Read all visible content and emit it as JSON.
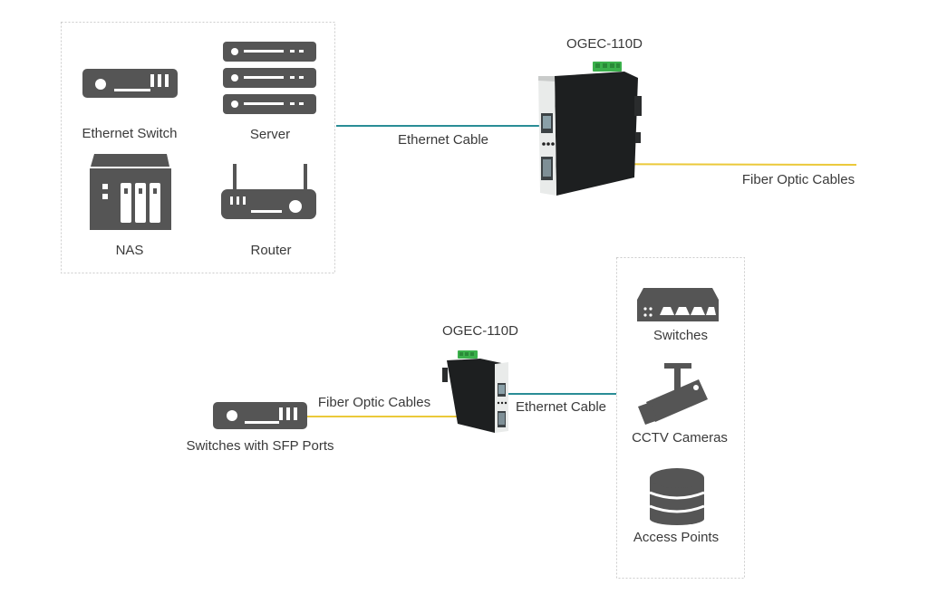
{
  "colors": {
    "ethernet_line": "#2a8d96",
    "fiber_line": "#ebc93a",
    "icon_fill": "#555555",
    "device_body": "#1d1f20",
    "device_front": "#e9ebea",
    "terminal_green": "#3bb04b",
    "box_border": "#cccccc"
  },
  "top": {
    "devices": {
      "switch": "Ethernet Switch",
      "server": "Server",
      "nas": "NAS",
      "router": "Router"
    },
    "ethernet_cable": "Ethernet Cable",
    "converter_title": "OGEC-110D",
    "fiber_cables": "Fiber Optic Cables"
  },
  "bottom": {
    "converter_title": "OGEC-110D",
    "fiber_cables": "Fiber Optic Cables",
    "sfp_switch": "Switches with SFP Ports",
    "ethernet_cable": "Ethernet Cable",
    "endpoints": {
      "switches": "Switches",
      "cameras": "CCTV Cameras",
      "access_points": "Access Points"
    }
  }
}
